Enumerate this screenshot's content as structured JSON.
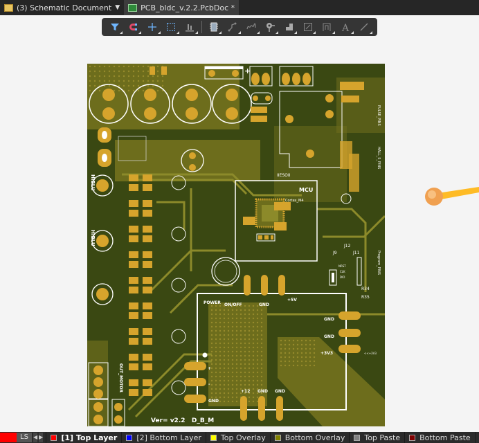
{
  "tabs": [
    {
      "label": "(3) Schematic Document",
      "icon": "schematic-doc-icon",
      "has_dropdown": true
    },
    {
      "label": "PCB_bldc_v.2.2.PcbDoc *",
      "icon": "pcb-doc-icon",
      "active": true
    }
  ],
  "toolbar": [
    "filter",
    "interactive-routing-snap",
    "cross-probe",
    "select-rect",
    "align",
    "component",
    "route",
    "diff-pair",
    "via-pad",
    "fill",
    "polygon",
    "keepout",
    "text",
    "line"
  ],
  "layer_bar": {
    "current_color": "#ff0000",
    "ls_label": "LS",
    "layers": [
      {
        "label": "[1] Top Layer",
        "color": "#ff0000",
        "active": true
      },
      {
        "label": "[2] Bottom Layer",
        "color": "#0000ff"
      },
      {
        "label": "Top Overlay",
        "color": "#ffff00"
      },
      {
        "label": "Bottom Overlay",
        "color": "#808000"
      },
      {
        "label": "Top Paste",
        "color": "#808080"
      },
      {
        "label": "Bottom Paste",
        "color": "#800000"
      },
      {
        "label": "",
        "color": "#800080"
      }
    ]
  },
  "pcb": {
    "mcu": "MCU",
    "cortex": "Cortex_M4",
    "mirror": "IIESOII",
    "power": "POWER",
    "onoff": "ON/OFF",
    "gnd": "GND",
    "p5v": "+5V",
    "p3v3": "+3V3",
    "p12": "+12",
    "plus": "+",
    "minus": "-",
    "version": "Ver= v2.2   D_B_M",
    "out_motor": "OUT_MOTOR",
    "hiblu": "HIBLU",
    "j9": "J9",
    "j12": "J12",
    "j11": "J11",
    "r34": "R34",
    "r35": "R35",
    "program_pins": "Program_PINS",
    "pulse_pins": "PULSE_PINS",
    "hall_pins": "HALL_S_PINS",
    "nrst": "NRST",
    "clk": "CLK",
    "dio": "DIO",
    "p3v3_small": "<<+3V3"
  },
  "colors": {
    "board": "#3a4812",
    "pour": "#6d6d1c",
    "trace": "#8c8a2a",
    "pad": "#d6a42c",
    "silk": "#ffffff"
  }
}
